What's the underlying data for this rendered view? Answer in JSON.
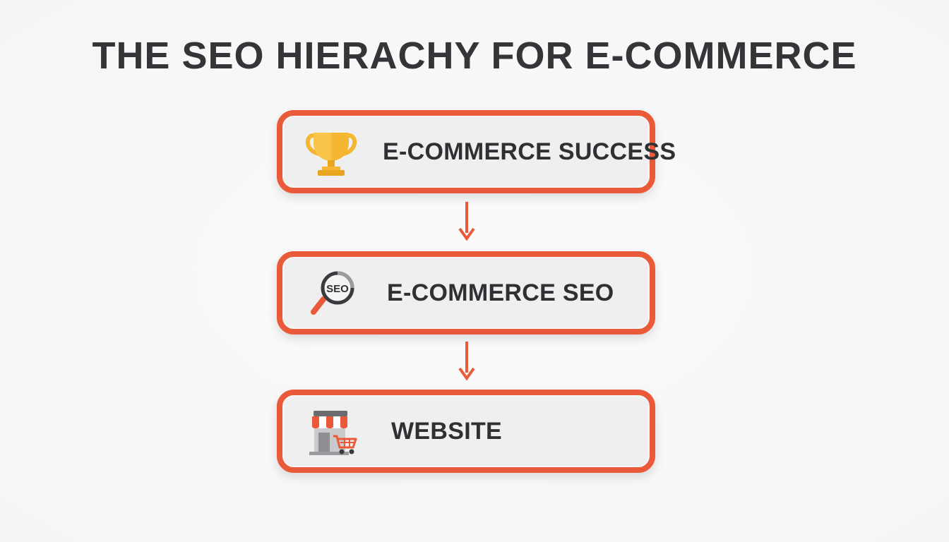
{
  "title": "THE SEO HIERACHY FOR E-COMMERCE",
  "levels": [
    {
      "label": "E-COMMERCE SUCCESS",
      "icon": "trophy-icon"
    },
    {
      "label": "E-COMMERCE SEO",
      "icon": "seo-magnifier-icon",
      "icon_text": "SEO"
    },
    {
      "label": "WEBSITE",
      "icon": "storefront-cart-icon"
    }
  ],
  "colors": {
    "accent": "#ea5a3a",
    "box_fill": "#efefef",
    "text": "#2f3033",
    "trophy": "#f5b731"
  }
}
